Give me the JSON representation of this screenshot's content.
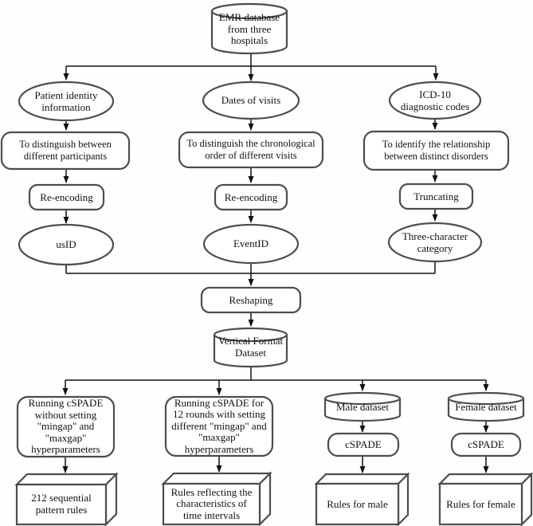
{
  "figure": {
    "type": "flowchart",
    "colors": {
      "shape_border": "#4d4d4d",
      "shape_fill": "#ffffff",
      "connector": "#111111",
      "text": "#111111"
    },
    "nodes": {
      "emr_db": "EMR database\nfrom three\nhospitals",
      "patient_identity": "Patient identity\ninformation",
      "dates_of_visits": "Dates of visits",
      "icd10": "ICD-10\ndiagnostic codes",
      "purpose_participants": "To distinguish between\ndifferent participants",
      "purpose_visits": "To distinguish the chronological\norder of different visits",
      "purpose_disorders": "To identify the relationship\nbetween distinct disorders",
      "reencoding_1": "Re-encoding",
      "reencoding_2": "Re-encoding",
      "truncating": "Truncating",
      "usid": "usID",
      "eventid": "EventID",
      "three_char": "Three-character\ncategory",
      "reshaping": "Reshaping",
      "vertical_format": "Vertical Format\nDataset",
      "cspade_no_gap": "Running cSPADE\nwithout setting\n\"mingap\" and\n\"maxgap\"\nhyperparameters",
      "cspade_12_rounds": "Running cSPADE for\n12 rounds with setting\ndifferent \"mingap\" and\n\"maxgap\"\nhyperparameters",
      "male_dataset": "Male dataset",
      "female_dataset": "Female dataset",
      "cspade_male": "cSPADE",
      "cspade_female": "cSPADE",
      "rules_212": "212 sequential\npattern rules",
      "rules_intervals": "Rules reflecting the\ncharacteristics of\ntime intervals",
      "rules_male": "Rules for male",
      "rules_female": "Rules for female"
    }
  }
}
